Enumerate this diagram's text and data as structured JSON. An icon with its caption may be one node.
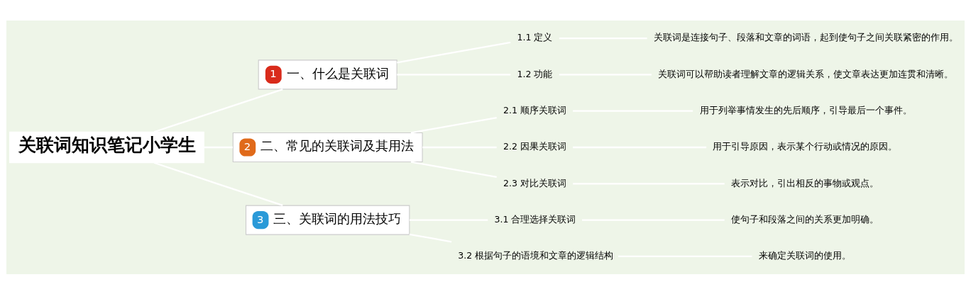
{
  "diagram": {
    "nodes": [
      {
        "text": [
          "关联词知识笔记小学生"
        ]
      },
      {
        "text": [
          "1",
          "一、什么是关联词"
        ]
      },
      {
        "text": [
          "1.1 定义"
        ]
      },
      {
        "text": [
          "关联词是连接句子、段落和文章的词语，起到使句子之间关联紧密的作用。"
        ]
      },
      {
        "text": [
          "1.2 功能"
        ]
      },
      {
        "text": [
          "关联词可以帮助读者理解文章的逻辑关系，使文章表达更加连贯和清晰。"
        ]
      },
      {
        "text": [
          "2",
          "二、常见的关联词及其用法"
        ]
      },
      {
        "text": [
          "2.1 顺序关联词"
        ]
      },
      {
        "text": [
          "用于列举事情发生的先后顺序，引导最后一个事件。"
        ]
      },
      {
        "text": [
          "2.2 因果关联词"
        ]
      },
      {
        "text": [
          "用于引导原因，表示某个行动或情况的原因。"
        ]
      },
      {
        "text": [
          "2.3 对比关联词"
        ]
      },
      {
        "text": [
          "表示对比，引出相反的事物或观点。"
        ]
      },
      {
        "text": [
          "3",
          "三、关联词的用法技巧"
        ]
      },
      {
        "text": [
          "3.1 合理选择关联词"
        ]
      },
      {
        "text": [
          "使句子和段落之间的关系更加明确。"
        ]
      },
      {
        "text": [
          "3.2 根据句子的语境和文章的逻辑结构"
        ]
      },
      {
        "text": [
          "来确定关联词的使用。"
        ]
      }
    ],
    "edges": [
      {
        "from": 0,
        "to": 1,
        "arrow": "none"
      },
      {
        "from": 1,
        "to": 2,
        "arrow": "none"
      },
      {
        "from": 2,
        "to": 3,
        "arrow": "none"
      },
      {
        "from": 1,
        "to": 4,
        "arrow": "none"
      },
      {
        "from": 4,
        "to": 5,
        "arrow": "none"
      },
      {
        "from": 0,
        "to": 6,
        "arrow": "none"
      },
      {
        "from": 6,
        "to": 7,
        "arrow": "none"
      },
      {
        "from": 7,
        "to": 8,
        "arrow": "none"
      },
      {
        "from": 6,
        "to": 9,
        "arrow": "none"
      },
      {
        "from": 9,
        "to": 10,
        "arrow": "none"
      },
      {
        "from": 6,
        "to": 11,
        "arrow": "none"
      },
      {
        "from": 11,
        "to": 12,
        "arrow": "none"
      },
      {
        "from": 0,
        "to": 13,
        "arrow": "none"
      },
      {
        "from": 13,
        "to": 14,
        "arrow": "none"
      },
      {
        "from": 14,
        "to": 15,
        "arrow": "none"
      },
      {
        "from": 13,
        "to": 16,
        "arrow": "none"
      },
      {
        "from": 16,
        "to": 17,
        "arrow": "none"
      }
    ]
  }
}
